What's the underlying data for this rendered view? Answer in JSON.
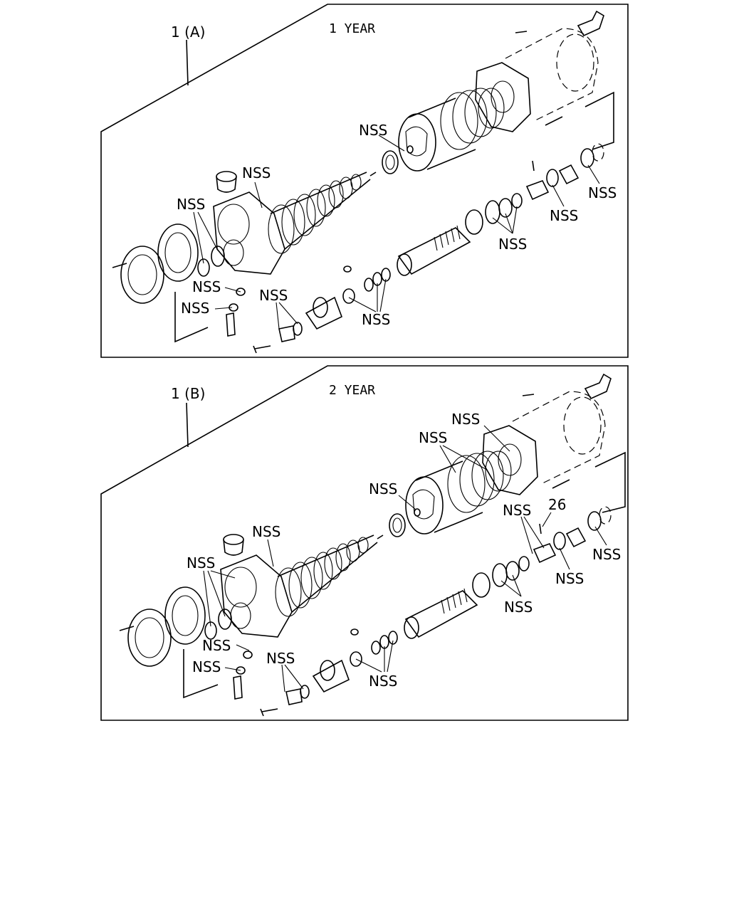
{
  "panel_a": {
    "ref": "1 (A)",
    "title": "1 YEAR",
    "labels": [
      "NSS",
      "NSS",
      "NSS",
      "NSS",
      "NSS",
      "NSS",
      "NSS",
      "NSS",
      "NSS",
      "NSS"
    ]
  },
  "panel_b": {
    "ref": "1 (B)",
    "title": "2 YEAR",
    "number": "26",
    "labels": [
      "NSS",
      "NSS",
      "NSS",
      "NSS",
      "NSS",
      "NSS",
      "NSS",
      "NSS",
      "NSS",
      "NSS",
      "NSS",
      "NSS"
    ]
  }
}
